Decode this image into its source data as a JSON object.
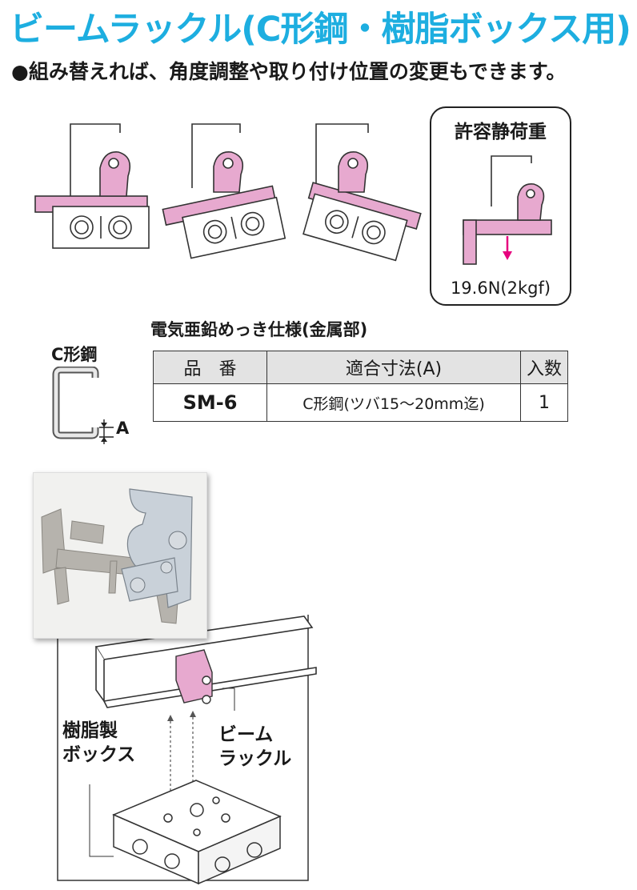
{
  "title": "ビームラックル(C形鋼・樹脂ボックス用)",
  "subtitle": "●組み替えれば、角度調整や取り付け位置の変更もできます。",
  "load_box": {
    "title": "許容静荷重",
    "value": "19.6N(2kgf)"
  },
  "spec_caption": "電気亜鉛めっき仕様(金属部)",
  "c_channel": {
    "label": "C形鋼",
    "dim_label": "A"
  },
  "table": {
    "headers": [
      "品　番",
      "適合寸法(A)",
      "入数"
    ],
    "rows": [
      {
        "model": "SM-6",
        "dim": "C形鋼(ツバ15～20mm迄)",
        "qty": "1"
      }
    ]
  },
  "diagram_labels": {
    "box": [
      "樹脂製",
      "ボックス"
    ],
    "rack": [
      "ビーム",
      "ラックル"
    ]
  },
  "colors": {
    "title": "#1daee0",
    "bracket_pink": "#e7a9cf",
    "arrow": "#e6007e"
  }
}
